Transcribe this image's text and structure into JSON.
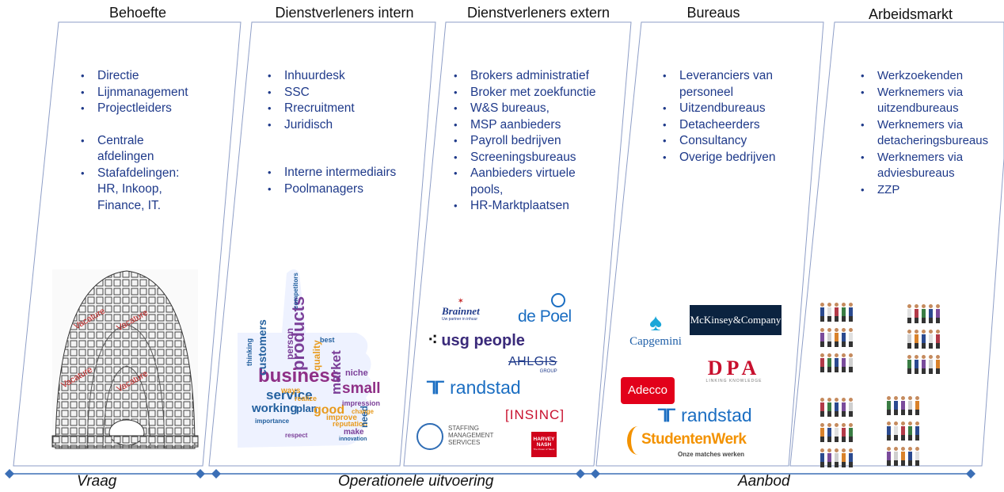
{
  "columns": [
    {
      "title": "Behoefte",
      "items": [
        "Directie",
        "Lijnmanagement",
        "Projectleiders",
        "Centrale afdelingen",
        "Stafafdelingen: HR, Inkoop, Finance, IT."
      ]
    },
    {
      "title": "Dienstverleners intern",
      "items": [
        "Inhuurdesk",
        "SSC",
        "Rrecruitment",
        "Juridisch",
        "Interne intermediairs",
        "Poolmanagers"
      ]
    },
    {
      "title": "Dienstverleners extern",
      "items": [
        "Brokers administratief",
        "Broker met zoekfunctie",
        "W&S bureaus,",
        "MSP aanbieders",
        "Payroll bedrijven",
        "Screeningsbureaus",
        "Aanbieders virtuele pools,",
        "HR-Marktplaatsen"
      ]
    },
    {
      "title": "Bureaus",
      "items": [
        "Leveranciers van personeel",
        "Uitzendbureaus",
        "Detacheerders",
        "Consultancy",
        "Overige bedrijven"
      ]
    },
    {
      "title": "Arbeidsmarkt",
      "items": [
        "Werkzoekenden",
        "Werknemers via uitzendbureaus",
        "Werknemers via detacheringsbureaus",
        "Werknemers via adviesbureaus",
        "ZZP"
      ]
    }
  ],
  "images": {
    "auditorium_labels": [
      "Vacature",
      "Vacature",
      "Vacature",
      "Vacature"
    ],
    "word_cloud": [
      "products",
      "business",
      "customers",
      "service",
      "market",
      "small",
      "working",
      "plan",
      "good",
      "niche",
      "person",
      "quality",
      "reputation",
      "need",
      "make",
      "ways",
      "realize",
      "improve",
      "best",
      "thinking",
      "impression",
      "innovation",
      "importance",
      "change",
      "competitors",
      "respect"
    ]
  },
  "logos": {
    "brainnet": "Brainnet",
    "brainnet_tag": "Uw partner in inhuur",
    "depoel": "de Poel",
    "usg": "usg people",
    "ahl": "AHLGIS",
    "ahl_sub": "GROUP",
    "randstad": "randstad",
    "staffing": "STAFFING MANAGEMENT SERVICES",
    "insinc": "[INSINC]",
    "harvey": "HARVEY NASH",
    "harvey_tag": "The Power of Talent",
    "capgemini": "Capgemini",
    "mckinsey": "McKinsey&Company",
    "dpa": "DPA",
    "dpa_sub": "LINKING KNOWLEDGE",
    "adecco": "Adecco",
    "randstad2": "randstad",
    "studentenwerk": "StudentenWerk",
    "studentenwerk_tag": "Onze matches werken"
  },
  "axis": {
    "vraag": "Vraag",
    "uitvoering": "Operationele uitvoering",
    "aanbod": "Aanbod"
  },
  "colors": {
    "text_blue": "#1f3a8a",
    "axis_blue": "#3b6fb6",
    "frame": "#8e9ec7",
    "randstad": "#1b6ec2",
    "adecco": "#e2001a",
    "dpa": "#c8102e",
    "mckinsey": "#0b2340",
    "studentenwerk": "#f39200"
  }
}
